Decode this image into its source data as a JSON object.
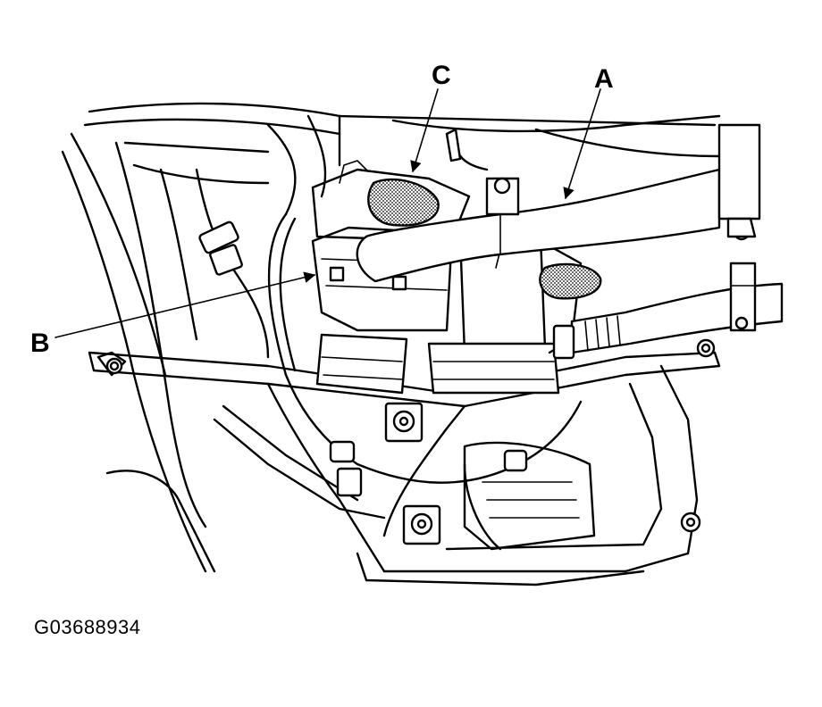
{
  "figure": {
    "id_code": "G03688934",
    "callouts": {
      "a": "A",
      "b": "B",
      "c": "C"
    }
  }
}
